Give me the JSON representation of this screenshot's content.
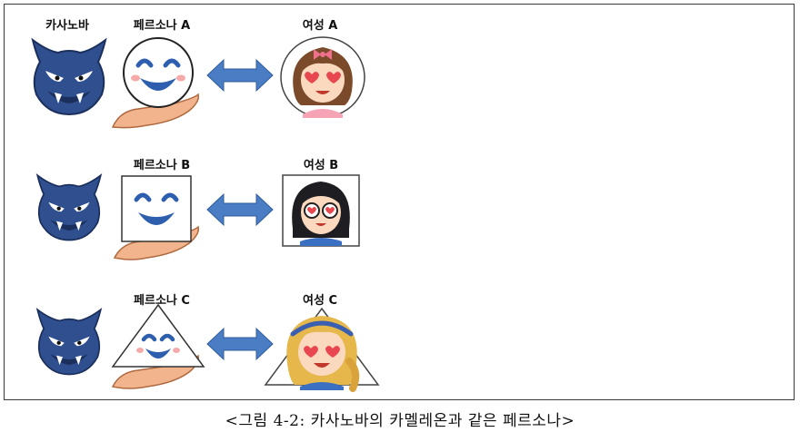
{
  "rows": [
    {
      "kasanoba_label": "카사노바",
      "persona_label": "페르소나 A",
      "woman_label": "여성 A",
      "shape": "circle"
    },
    {
      "kasanoba_label": "",
      "persona_label": "페르소나 B",
      "woman_label": "여성 B",
      "shape": "square"
    },
    {
      "kasanoba_label": "",
      "persona_label": "페르소나 C",
      "woman_label": "여성 C",
      "shape": "triangle"
    }
  ],
  "caption": "<그림 4-2: 카사노바의 카멜레온과 같은 페르소나>",
  "colors": {
    "monster": "#2f4f8f",
    "monster_dark": "#1b2f5c",
    "persona_blue": "#2d5fae",
    "arrow": "#4a7dc4",
    "hand": "#f2b48d",
    "hair_a": "#7a4a2a",
    "hair_b": "#1e1e22",
    "hair_c": "#e6b74a",
    "heart": "#e8474f",
    "bow": "#ef6f8c",
    "headband": "#3a5fb0"
  },
  "icons": [
    "kasanoba-monster-icon",
    "persona-mask-icon",
    "double-arrow-icon",
    "woman-portrait-icon",
    "hand-icon"
  ]
}
